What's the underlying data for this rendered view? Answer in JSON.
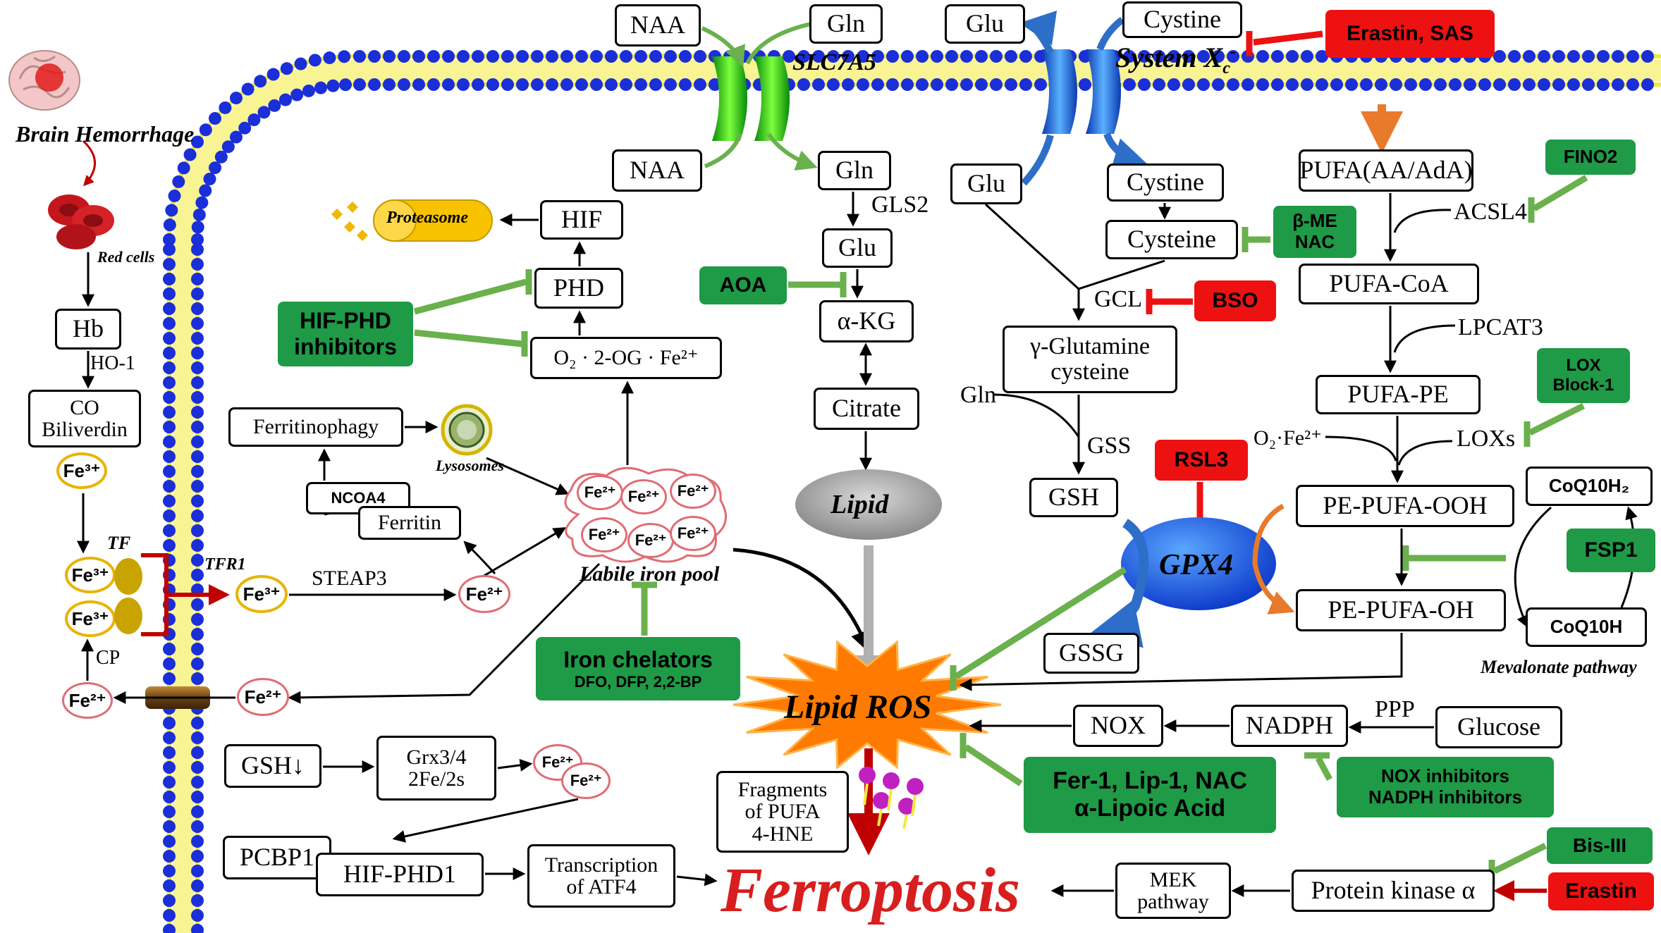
{
  "brain": {
    "title": "Brain Hemorrhage",
    "red_cells": "Red cells"
  },
  "left": {
    "hb": "Hb",
    "ho1": "HO-1",
    "co": "CO",
    "biliverdin": "Biliverdin",
    "fe3": "Fe³⁺",
    "fe2": "Fe²⁺",
    "tf": "TF",
    "tfr1": "TFR1",
    "cp": "CP",
    "steap3": "STEAP3",
    "ncoa4": "NCOA4",
    "ferritin": "Ferritin",
    "ferritinophagy": "Ferritinophagy",
    "lysosomes": "Lysosomes",
    "labile_iron_pool": "Labile iron pool",
    "proteasome": "Proteasome",
    "hif": "HIF",
    "phd": "PHD",
    "o2_complex": "O₂ · 2-OG · Fe²⁺",
    "hif_phd_inhibitors": [
      "HIF-PHD",
      "inhibitors"
    ],
    "iron_chelators": "Iron chelators",
    "iron_chelators_sub": "DFO, DFP, 2,2-BP",
    "gsh_down": "GSH↓",
    "grx": [
      "Grx3/4",
      "2Fe/2s"
    ],
    "pcbp1": "PCBP1",
    "hif_phd1": "HIF-PHD1",
    "atf4": [
      "Transcription",
      "of ATF4"
    ]
  },
  "middle": {
    "naa": "NAA",
    "gln": "Gln",
    "slc7a5": "SLC7A5",
    "gls2": "GLS2",
    "glu": "Glu",
    "aoa": "AOA",
    "akg": "α-KG",
    "citrate": "Citrate",
    "lipid": "Lipid",
    "lipid_ros": "Lipid ROS",
    "fragments": [
      "Fragments",
      "of PUFA",
      "4-HNE"
    ],
    "ferroptosis": "Ferroptosis",
    "fer1": [
      "Fer-1, Lip-1, NAC",
      "α-Lipoic Acid"
    ]
  },
  "right": {
    "glu": "Glu",
    "cystine": "Cystine",
    "system_xc": "System X",
    "system_xc_sub": "c",
    "system_xc_sup": "-",
    "erastin_sas": "Erastin, SAS",
    "cysteine": "Cysteine",
    "bme_nac": [
      "β-ME",
      "NAC"
    ],
    "gcl": "GCL",
    "bso": "BSO",
    "gamma_glu": [
      "γ-Glutamine",
      "cysteine"
    ],
    "gln": "Gln",
    "gss": "GSS",
    "gsh": "GSH",
    "rsl3": "RSL3",
    "gpx4": "GPX4",
    "gssg": "GSSG",
    "pufa": "PUFA(AA/AdA)",
    "fino2": "FINO2",
    "acsl4": "ACSL4",
    "pufa_coa": "PUFA-CoA",
    "lpcat3": "LPCAT3",
    "pufa_pe": "PUFA-PE",
    "lox_block": [
      "LOX",
      "Block-1"
    ],
    "o2fe": "O₂·Fe²⁺",
    "loxs": "LOXs",
    "pe_pufa_ooh": "PE-PUFA-OOH",
    "pe_pufa_oh": "PE-PUFA-OH",
    "coq10h2": "CoQ10H₂",
    "coq10h": "CoQ10H",
    "fsp1": "FSP1",
    "mevalonate": "Mevalonate pathway",
    "nox": "NOX",
    "nadph": "NADPH",
    "ppp": "PPP",
    "glucose": "Glucose",
    "nox_inhibitors": [
      "NOX inhibitors",
      "NADPH inhibitors"
    ],
    "bis3": "Bis-III",
    "pka": "Protein kinase α",
    "erastin": "Erastin",
    "mek": [
      "MEK",
      "pathway"
    ]
  },
  "colors": {
    "inhibitor_green": "#1f9a46",
    "inducer_red": "#ee1111",
    "membrane_blue": "#1a2fd8",
    "membrane_yellow": "#f2ea3a",
    "ferroptosis_red": "#d81e1e",
    "ros_orange": "#ff7a00"
  }
}
